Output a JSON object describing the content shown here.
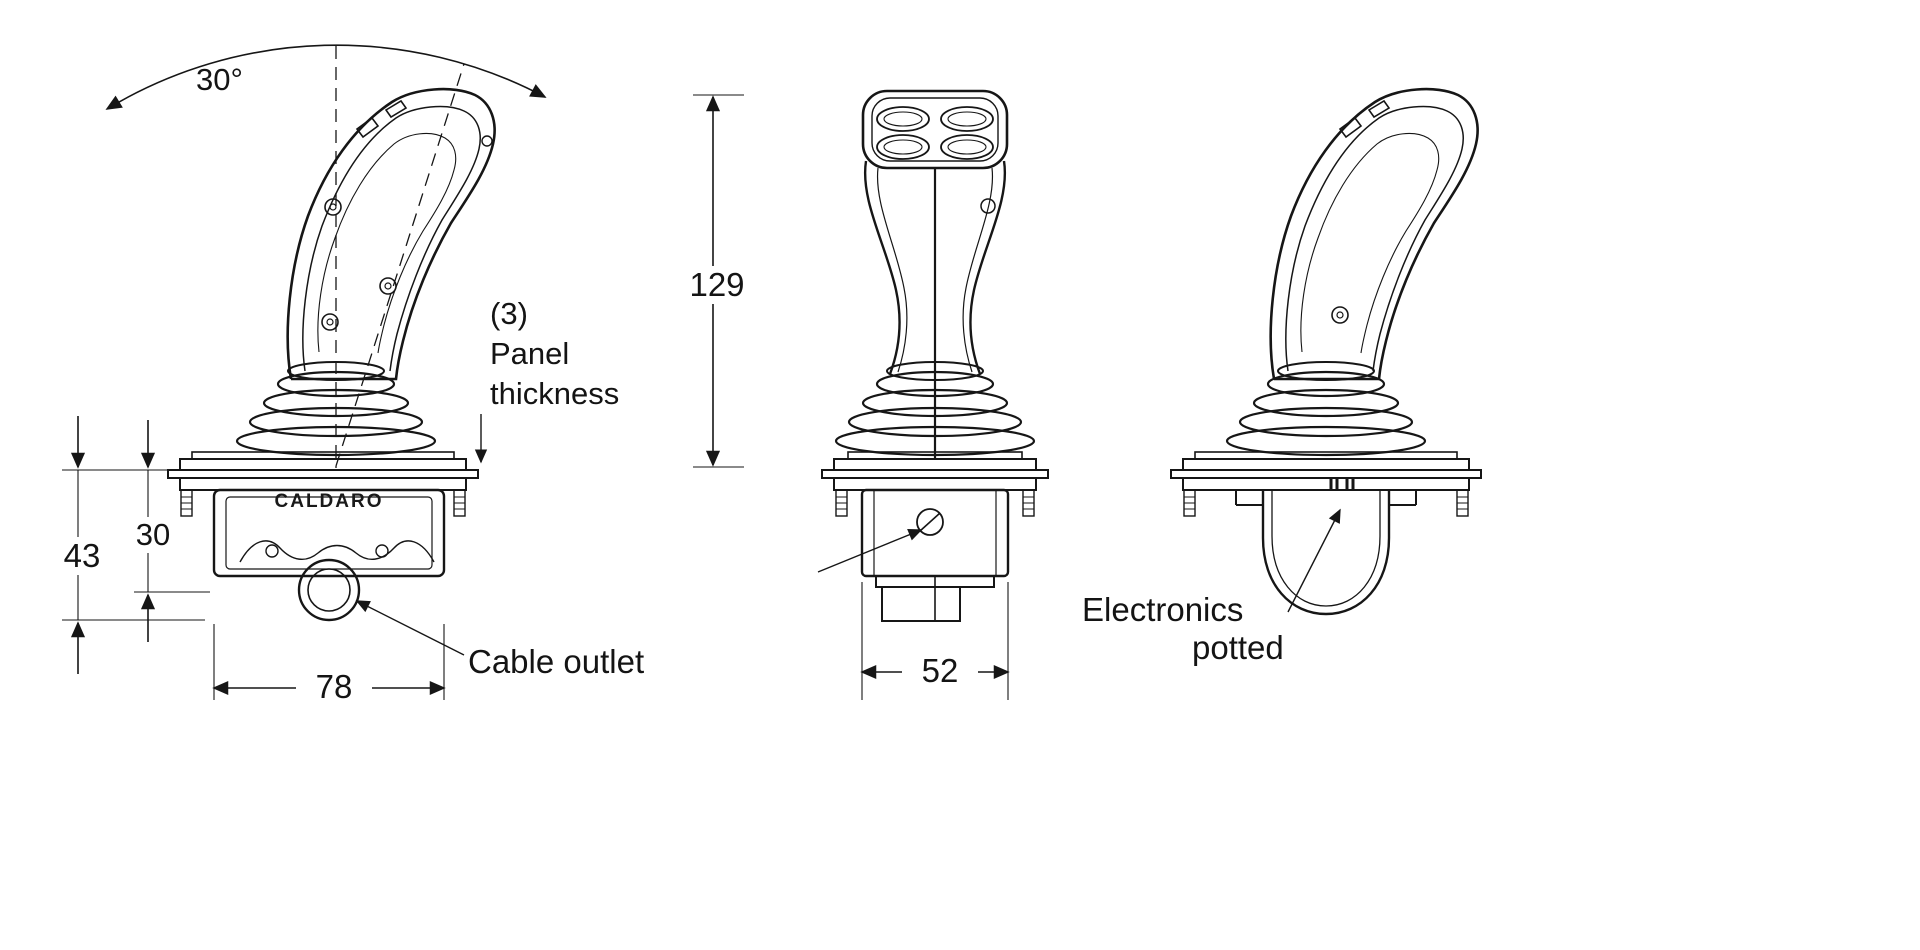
{
  "labels": {
    "angle": "30°",
    "height": "129",
    "depth_total": "43",
    "depth_housing": "30",
    "width_side": "78",
    "width_front": "52",
    "panel_note_value": "(3)",
    "panel_note_l1": "Panel",
    "panel_note_l2": "thickness",
    "cable_outlet": "Cable outlet",
    "electronics_l1": "Electronics",
    "electronics_l2": "potted",
    "brand": "CALDARO"
  },
  "colors": {
    "line": "#161616",
    "background": "#ffffff"
  }
}
